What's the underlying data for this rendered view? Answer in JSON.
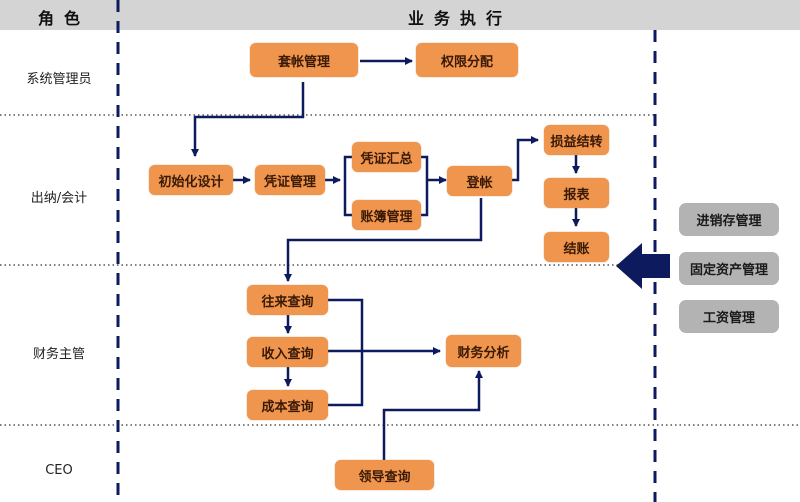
{
  "header": {
    "role_col": "角色",
    "exec_col": "业务执行"
  },
  "roles": [
    "系统管理员",
    "出纳/会计",
    "财务主管",
    "CEO"
  ],
  "nodes": {
    "setup": "套帐管理",
    "perm": "权限分配",
    "init": "初始化设计",
    "voucher": "凭证管理",
    "vsum": "凭证汇总",
    "ledger": "账簿管理",
    "post": "登帐",
    "pl": "损益结转",
    "report": "报表",
    "close": "结账",
    "ar": "往来查询",
    "income": "收入查询",
    "cost": "成本查询",
    "analysis": "财务分析",
    "leader": "领导查询"
  },
  "external": [
    "进销存管理",
    "固定资产管理",
    "工资管理"
  ],
  "colors": {
    "node": "#f0954e",
    "external": "#b3b3b3",
    "arrow": "#0d1a5e",
    "header": "#d4d4d4"
  }
}
